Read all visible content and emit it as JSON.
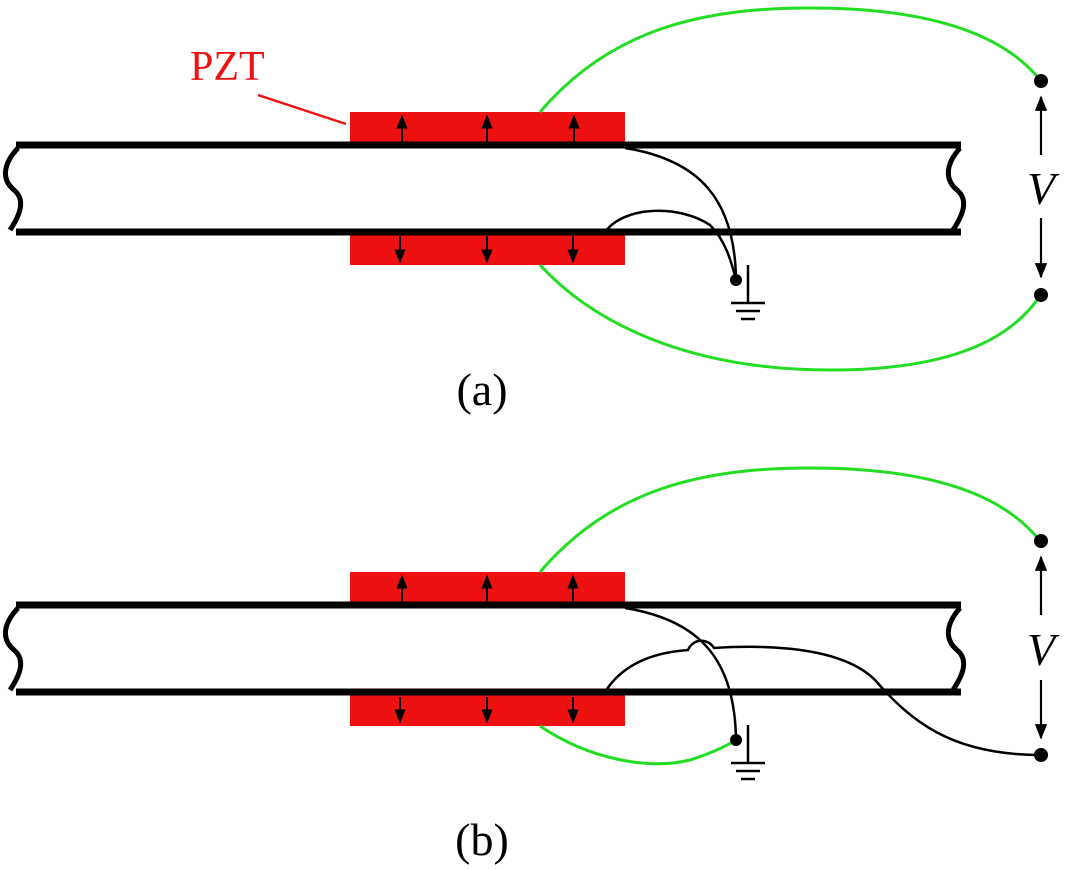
{
  "labels": {
    "pzt": "PZT",
    "voltage": "V",
    "caption_a": "(a)",
    "caption_b": "(b)"
  },
  "colors": {
    "pzt": "#ee1111",
    "wire_green": "#22dd22",
    "wire_black": "#000000",
    "label_red": "#ee1111"
  }
}
